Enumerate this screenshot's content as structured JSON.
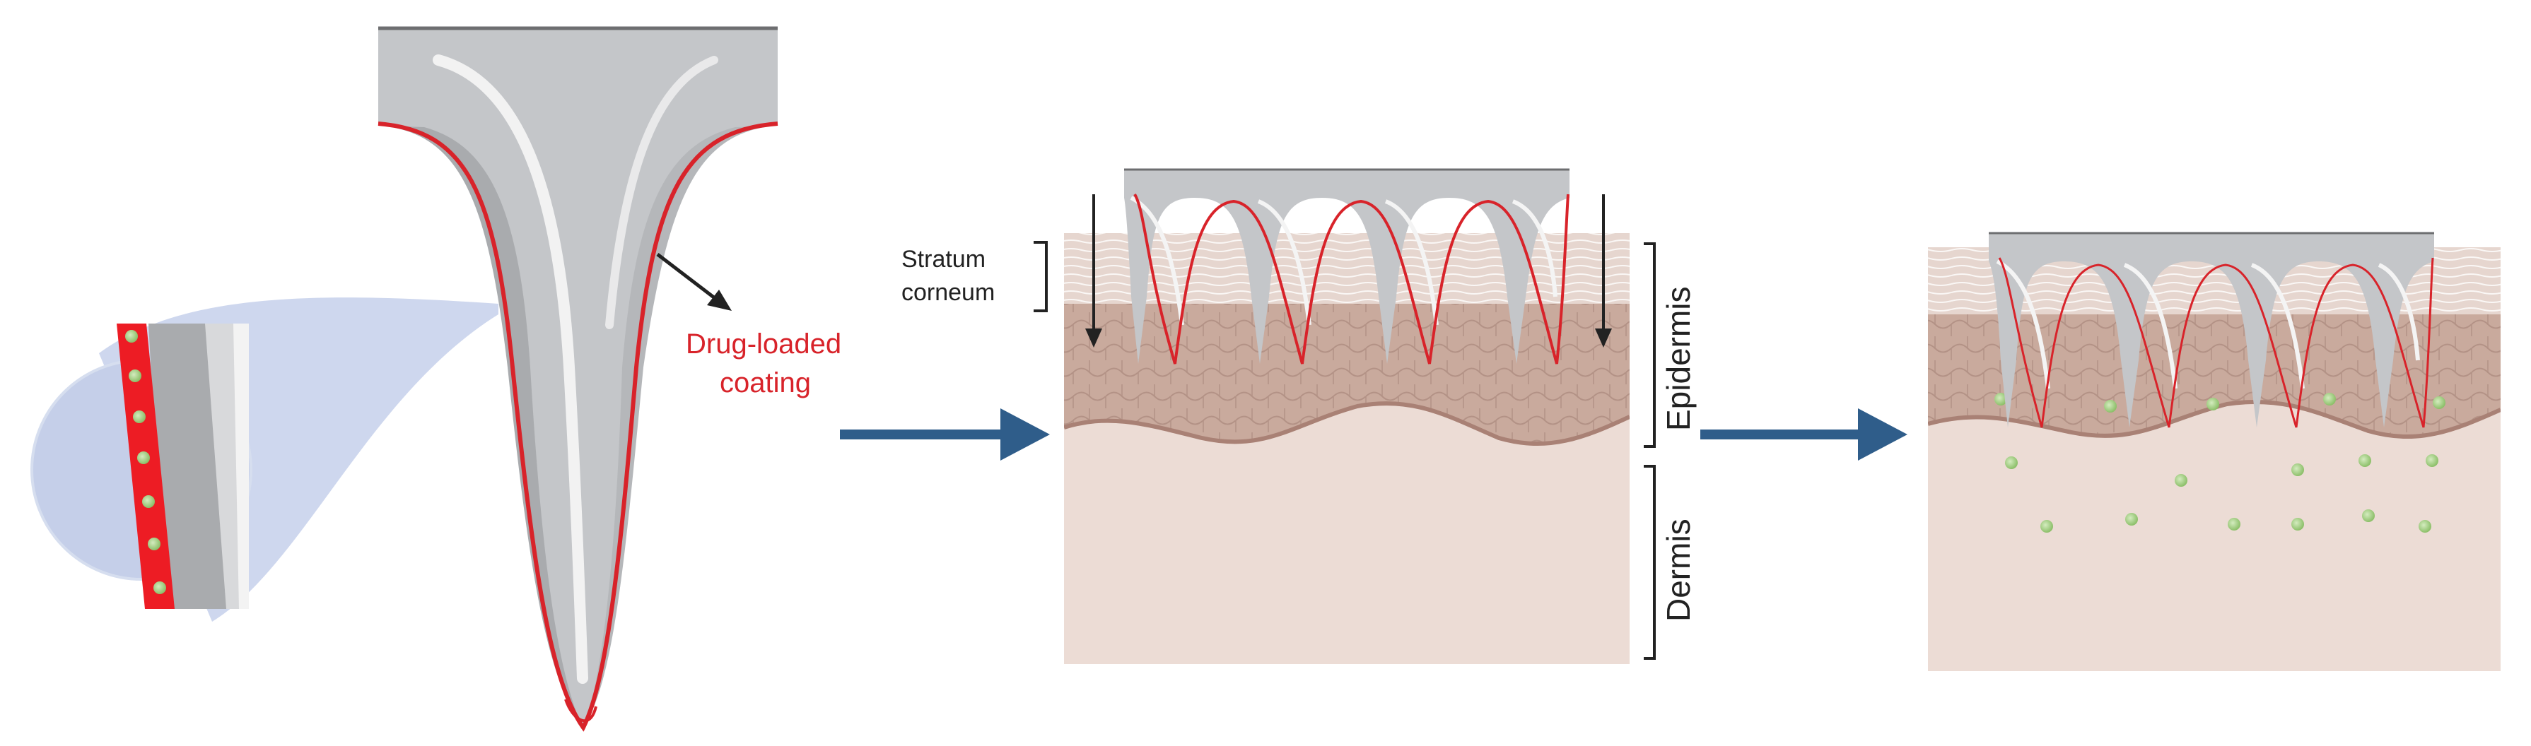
{
  "labels": {
    "coating_line1": "Drug-loaded",
    "coating_line2": "coating",
    "stratum_line1": "Stratum",
    "stratum_line2": "corneum",
    "epidermis": "Epidermis",
    "dermis": "Dermis"
  },
  "colors": {
    "needle_body": "#c4c6c9",
    "needle_dark": "#a7a9ac",
    "needle_highlight": "#f2f2f2",
    "coating_red": "#d8232a",
    "drug_particle": "#9fce7c",
    "arrow_blue": "#2f5d8a",
    "callout_blue": "#b8c6e6",
    "dermis": "#ecdcd5",
    "epidermis": "#c9aa9d",
    "stratum": "#e3d3cc"
  },
  "icons": {
    "process_arrow": "right-arrow-icon",
    "insertion_arrow": "down-arrow-icon"
  }
}
